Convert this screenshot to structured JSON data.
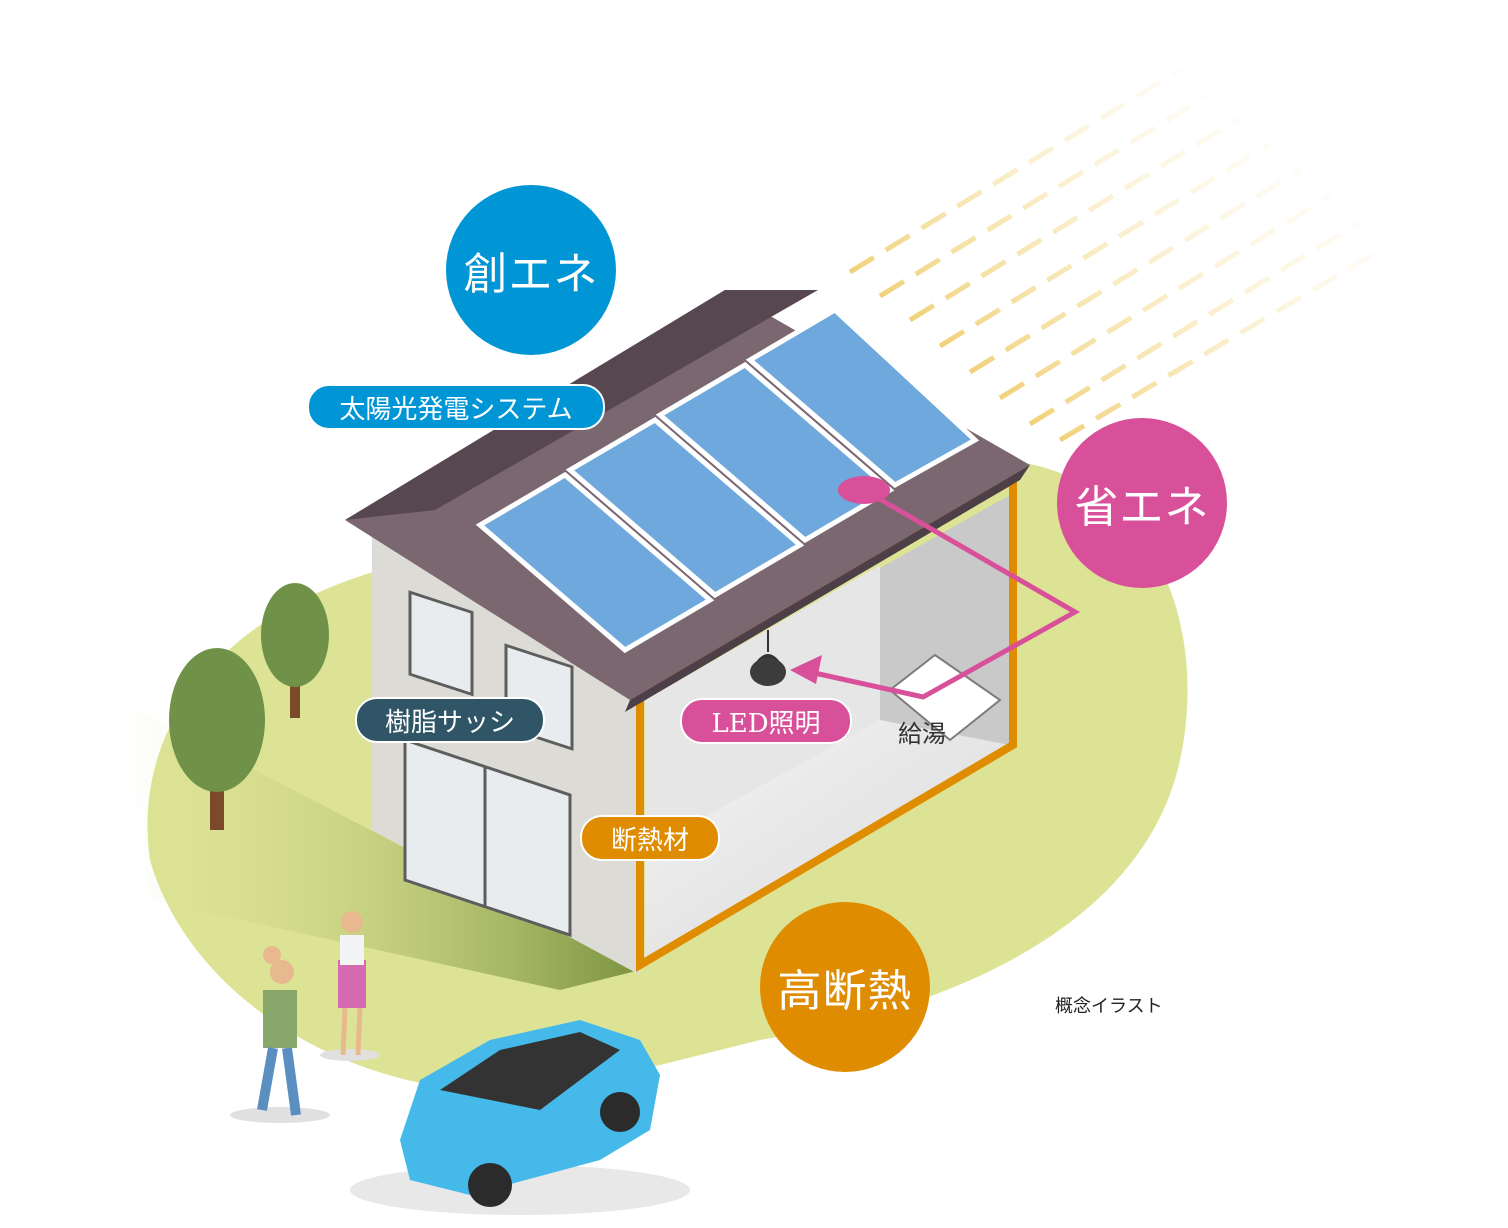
{
  "badges": {
    "create_energy": "創エネ",
    "save_energy": "省エネ",
    "high_insulation": "高断熱"
  },
  "labels": {
    "solar": "太陽光発電システム",
    "sash": "樹脂サッシ",
    "led": "LED照明",
    "hot_water": "給湯",
    "insulation": "断熱材"
  },
  "caption": "概念イラスト",
  "colors": {
    "create_energy": "#0096d6",
    "save_energy": "#d9509a",
    "high_insulation": "#e08c00",
    "sash_label": "#2f5566",
    "ground": "#dde394",
    "roof": "#6b5660",
    "solar_panel": "#6fa8dc",
    "insulation_frame": "#e08c00",
    "car": "#44b9ea"
  }
}
